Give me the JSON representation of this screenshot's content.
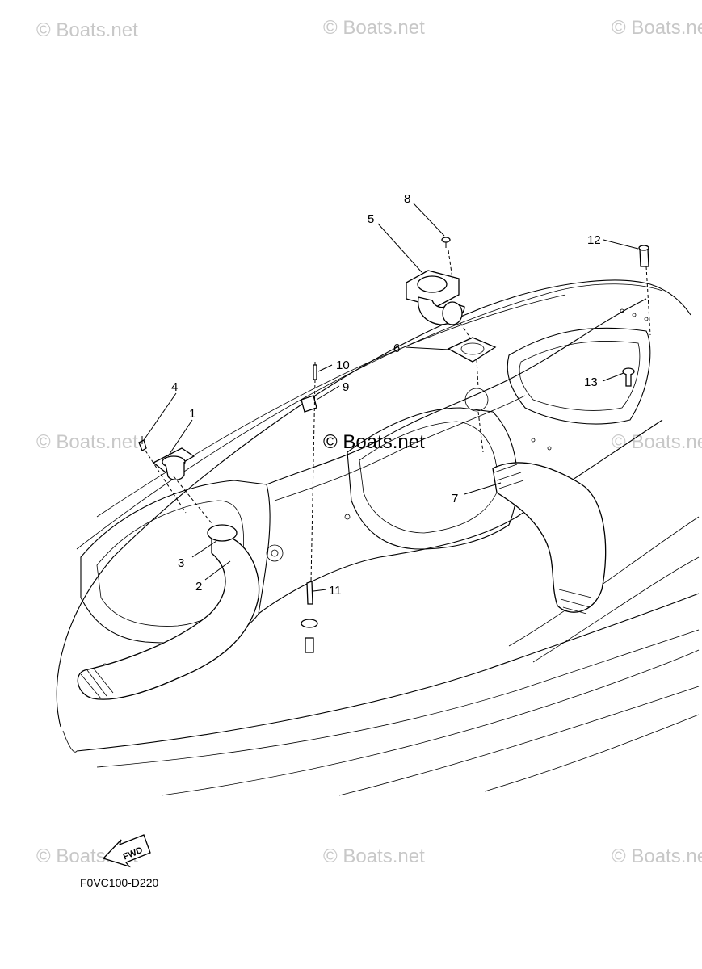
{
  "watermark": "© Boats.net",
  "drawing_code": "F0VC100-D220",
  "fwd_label": "FWD",
  "callouts": {
    "c1": "1",
    "c2": "2",
    "c3": "3",
    "c4": "4",
    "c5": "5",
    "c6": "6",
    "c7": "7",
    "c8": "8",
    "c9": "9",
    "c10": "10",
    "c11": "11",
    "c12": "12",
    "c13": "13"
  },
  "icons": {
    "fwd": "fwd-arrow-icon"
  }
}
